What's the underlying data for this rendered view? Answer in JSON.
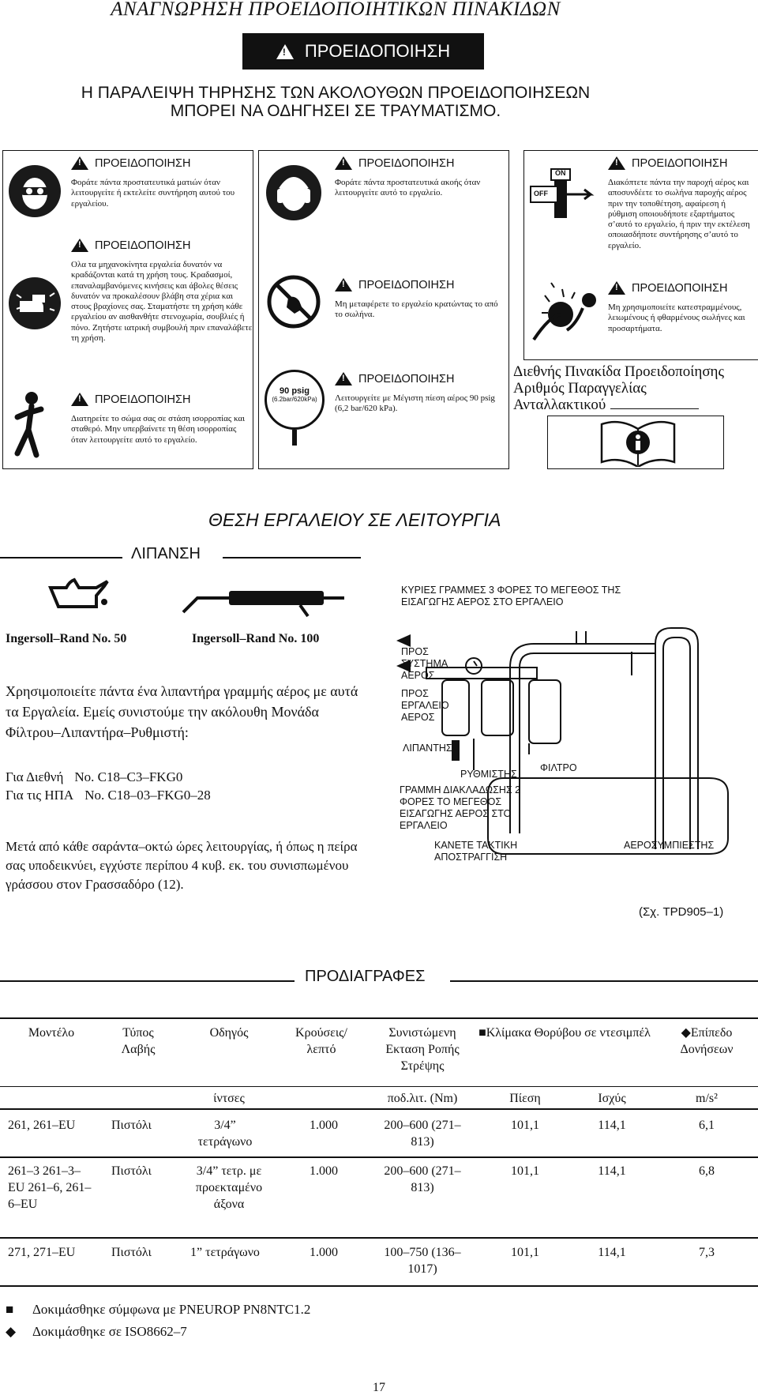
{
  "header": {
    "title": "ΑΝΑΓΝΩΡΗΣΗ ΠΡΟΕΙΔΟΠΟΙΗΤΙΚΩΝ ΠΙΝΑΚΙΔΩΝ",
    "banner": "ΠΡΟΕΙΔΟΠΟΙΗΣΗ",
    "subtitle_1": "Η ΠΑΡΑΛΕΙΨΗ ΤΗΡΗΣΗΣ ΤΩΝ ΑΚΟΛΟΥΘΩΝ ΠΡΟΕΙΔΟΠΟΙΗΣΕΩΝ",
    "subtitle_2": "ΜΠΟΡΕΙ ΝΑ ΟΔΗΓΗΣΕΙ ΣΕ ΤΡΑΥΜΑΤΙΣΜΟ."
  },
  "warnings": {
    "heading": "ΠΡΟΕΙΔΟΠΟΙΗΣΗ",
    "w1": "Φοράτε πάντα προστατευτικά ματιών όταν λειτουργείτε ή εκτελείτε συντήρηση αυτού του εργαλείου.",
    "w2": "Ολα τα μηχανοκίνητα εργαλεία δυνατόν να κραδάζονται κατά τη χρήση τους. Κραδασμοί, επαναλαμβανόμενες κινήσεις και άβολες θέσεις δυνατόν να προκαλέσουν βλάβη στα χέρια και στους βραχίονες σας. Σταματήστε τη χρήση κάθε εργαλείου αν αισθανθήτε στενοχωρία, σουβλιές ή πόνο. Ζητήστε ιατρική συμβουλή πριν επαναλάβετε τη χρήση.",
    "w3": "Διατηρείτε το σώμα σας σε στάση ισορροπίας και σταθερό. Μην υπερβαίνετε τη θέση ισορροπίας όταν λειτουργείτε αυτό το εργαλείο.",
    "w4": "Φοράτε πάντα προστατευτικά ακοής όταν λειτουργείτε αυτό το εργαλείο.",
    "w5": "Μη μεταφέρετε το εργαλείο κρατώντας το από το σωλήνα.",
    "w6": "Λειτουργείτε με Μέγιστη πίεση αέρος 90 psig (6,2 bar/620 kPa).",
    "w7": "Διακόπτετε πάντα την παροχή αέρος και αποσυνδέετε το σωλήνα παροχής αέρος πριν την τοποθέτηση, αφαίρεση ή ρύθμιση οποιουδήποτε εξαρτήματος σ’αυτό το εργαλείο, ή πριν την εκτέλεση οποιασδήποτε συντήρησης σ’αυτό το εργαλείο.",
    "w8": "Μη χρησιμοποιείτε κατεστραμμένους, λειωμένους ή φθαρμένους σωλήνες και προσαρτήματα.",
    "gauge_1": "90 psig",
    "gauge_2": "(6.2bar/620kPa)",
    "onoff_on": "ON",
    "onoff_off": "OFF",
    "intl_1": "Διεθνής Πινακίδα Προειδοποίησης",
    "intl_2": "Αριθμός Παραγγελίας",
    "intl_3": "Ανταλλακτικού"
  },
  "operation": {
    "title": "ΘΕΣΗ ΕΡΓΑΛΕΙΟΥ ΣΕ ΛΕΙΤΟΥΡΓΙΑ",
    "lubrication": "ΛΙΠΑΝΣΗ",
    "lube_no_1": "Ingersoll–Rand No. 50",
    "lube_no_2": "Ingersoll–Rand No. 100",
    "para_1": "Χρησιμοποιείτε πάντα ένα λιπαντήρα γραμμής αέρος με αυτά τα Εργαλεία. Εμείς συνιστούμε την ακόλουθη Μονάδα Φίλτρου–Λιπαντήρα–Ρυθμιστή:",
    "intl_label": "Για Διεθνή",
    "intl_no": "No. C18–C3–FKG0",
    "usa_label": "Για τις ΗΠΑ",
    "usa_no": "No. C18–03–FKG0–28",
    "para_2": "Μετά από κάθε σαράντα–οκτώ ώρες λειτουργίας, ή όπως η πείρα σας υποδεικνύει, εγχύστε περίπου 4 κυβ. εκ. του συνισπωμένου γράσσου στον Γρασσαδόρο (12).",
    "diag_top": "ΚΥΡΙΕΣ ΓΡΑΜΜΕΣ 3 ΦΟΡΕΣ ΤΟ ΜΕΓΕΘΟΣ ΤΗΣ ΕΙΣΑΓΩΓΗΣ ΑΕΡΟΣ ΣΤΟ ΕΡΓΑΛΕΙΟ",
    "diag_to_system": "ΠΡΟΣ ΣΥΣΤΗΜΑ ΑΕΡΟΣ",
    "diag_to_tool": "ΠΡΟΣ ΕΡΓΑΛΕΙΟ ΑΕΡΟΣ",
    "diag_lubricator": "ΛΙΠΑΝΤΗΣ",
    "diag_regulator": "ΡΥΘΜΙΣΤΗΣ",
    "diag_filter": "ΦΙΛΤΡΟ",
    "diag_branch": "ΓΡΑΜΜΗ ΔΙΑΚΛΑΔΩΣΗΣ 2 ΦΟΡΕΣ ΤΟ ΜΕΓΕΘΟΣ ΕΙΣΑΓΩΓΗΣ ΑΕΡΟΣ ΣΤΟ ΕΡΓΑΛΕΙΟ",
    "diag_drain": "ΚΑΝΕΤΕ ΤΑΚΤΙΚΗ ΑΠΟΣΤΡΑΓΓΙΣΗ",
    "diag_compressor": "ΑΕΡΟΣΥΜΠΙΕΣΤΗΣ",
    "fig": "(Σχ. TPD905–1)"
  },
  "specs": {
    "title": "ΠΡΟΔΙΑΓΡΑΦΕΣ",
    "headers": [
      "Μοντέλο",
      "Τύπος Λαβής",
      "Οδηγός",
      "Κρούσεις/ λεπτό",
      "Συνιστώμενη Εκταση Ροπής Στρέψης",
      "Κλίμακα Θορύβου σε ντεσιμπέλ",
      "Επίπεδο Δονήσεων"
    ],
    "units": [
      "ίντσες",
      "ποδ.λιτ. (Nm)",
      "Πίεση",
      "Ισχύς",
      "m/s²"
    ],
    "rows": [
      {
        "model": "261, 261–EU",
        "handle": "Πιστόλι",
        "drive": "3/4” τετράγωνο",
        "bpm": "1.000",
        "torque": "200–600 (271–813)",
        "pressure": "101,1",
        "power": "114,1",
        "vib": "6,1"
      },
      {
        "model": "261–3 261–3–EU 261–6, 261–6–EU",
        "handle": "Πιστόλι",
        "drive": "3/4” τετρ. με προεκταμένο άξονα",
        "bpm": "1.000",
        "torque": "200–600 (271–813)",
        "pressure": "101,1",
        "power": "114,1",
        "vib": "6,8"
      },
      {
        "model": "271, 271–EU",
        "handle": "Πιστόλι",
        "drive": "1” τετράγωνο",
        "bpm": "1.000",
        "torque": "100–750 (136–1017)",
        "pressure": "101,1",
        "power": "114,1",
        "vib": "7,3"
      }
    ],
    "note_1": "Δοκιμάσθηκε σύμφωνα με PNEUROP PN8NTC1.2",
    "note_2": "Δοκιμάσθηκε σε ISO8662–7"
  },
  "page_number": "17"
}
